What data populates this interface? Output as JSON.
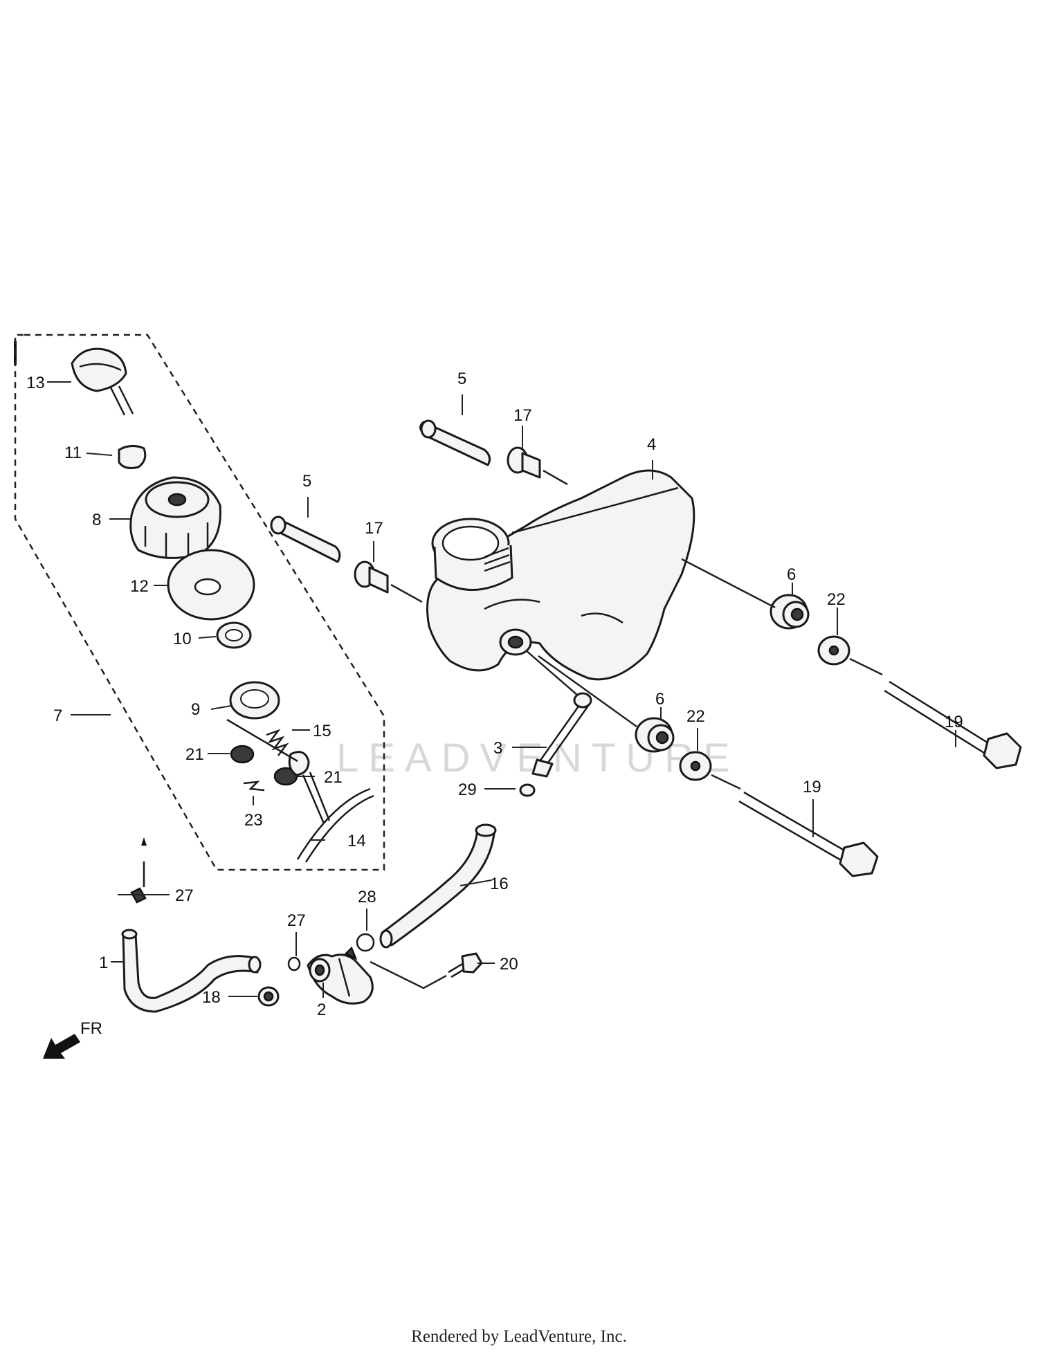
{
  "watermark": "LEADVENTURE",
  "footer": "Rendered by LeadVenture, Inc.",
  "direction_label": "FR",
  "callouts": {
    "c1": "1",
    "c2": "2",
    "c3": "3",
    "c4": "4",
    "c5a": "5",
    "c5b": "5",
    "c6a": "6",
    "c6b": "6",
    "c7": "7",
    "c8": "8",
    "c9": "9",
    "c10": "10",
    "c11": "11",
    "c12": "12",
    "c13": "13",
    "c14": "14",
    "c15": "15",
    "c16": "16",
    "c17a": "17",
    "c17b": "17",
    "c18": "18",
    "c19a": "19",
    "c19b": "19",
    "c20": "20",
    "c21a": "21",
    "c21b": "21",
    "c22a": "22",
    "c22b": "22",
    "c23": "23",
    "c27a": "27",
    "c27b": "27",
    "c28": "28",
    "c29": "29"
  }
}
